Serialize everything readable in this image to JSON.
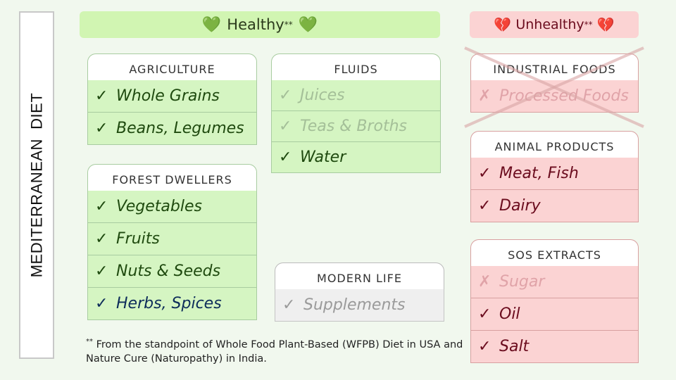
{
  "side_label": "MEDITERRANEAN  DIET",
  "banners": {
    "healthy": "Healthy",
    "healthy_mark": "**",
    "unhealthy": "Unhealthy",
    "unhealthy_mark": "**"
  },
  "icons": {
    "heart_green": "💚",
    "heart_broken": "💔",
    "check": "✓",
    "cross": "✗"
  },
  "cards": {
    "agriculture": {
      "title": "AGRICULTURE",
      "items": [
        "Whole Grains",
        "Beans, Legumes"
      ]
    },
    "fluids": {
      "title": "FLUIDS",
      "items": [
        "Juices",
        "Teas & Broths",
        "Water"
      ]
    },
    "forest": {
      "title": "FOREST DWELLERS",
      "items": [
        "Vegetables",
        "Fruits",
        "Nuts & Seeds",
        "Herbs, Spices"
      ]
    },
    "modern": {
      "title": "MODERN LIFE",
      "items": [
        "Supplements"
      ]
    },
    "industrial": {
      "title": "INDUSTRIAL FOODS",
      "items": [
        "Processed Foods"
      ]
    },
    "animal": {
      "title": "ANIMAL PRODUCTS",
      "items": [
        "Meat, Fish",
        "Dairy"
      ]
    },
    "sos": {
      "title": "SOS EXTRACTS",
      "items": [
        "Sugar",
        "Oil",
        "Salt"
      ]
    }
  },
  "footnote": {
    "mark": "**",
    "text": " From the standpoint of Whole Food Plant-Based (WFPB) Diet in USA and Nature Cure (Naturopathy) in India."
  },
  "colors": {
    "healthy_fill": "#d5f5c2",
    "unhealthy_fill": "#fbd3d3",
    "neutral_fill": "#efefef",
    "healthy_text": "#1f4a0f",
    "unhealthy_text": "#6b0c1e"
  }
}
